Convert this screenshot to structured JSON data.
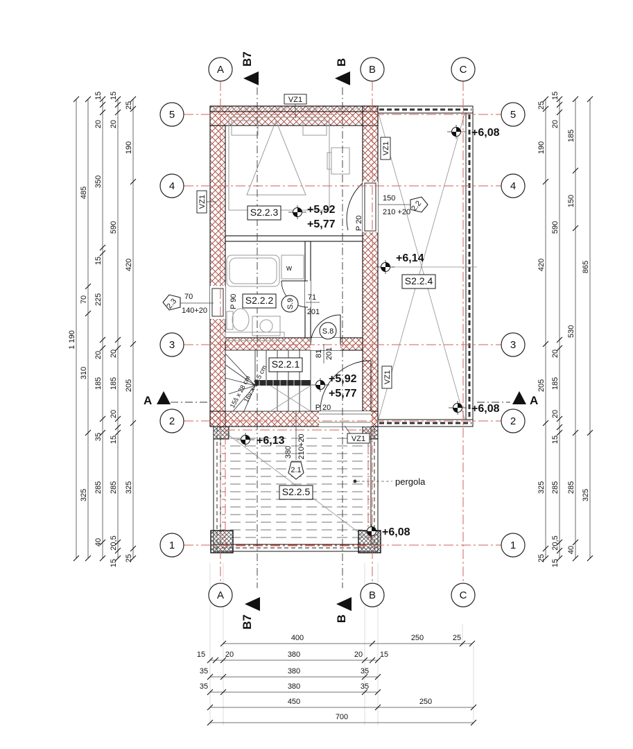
{
  "grid": {
    "letters": [
      "A",
      "B",
      "C"
    ],
    "numbers": [
      "5",
      "4",
      "3",
      "2",
      "1"
    ]
  },
  "sections": {
    "b7": "B7",
    "b": "B",
    "a": "A"
  },
  "wall_tag": "VZ1",
  "rooms": {
    "s221": "S2.2.1",
    "s222": "S2.2.2",
    "s223": "S2.2.3",
    "s224": "S2.2.4",
    "s225": "S2.2.5"
  },
  "levels": {
    "terrace_top": "+6,08",
    "bedroom": [
      "+5,92",
      "+5,77"
    ],
    "terrace_mid": "+6,14",
    "hall": [
      "+5,92",
      "+5,77"
    ],
    "terrace_bottom": "+6,08",
    "pergola_top": "+6,13",
    "pergola_bottom": "+6,08"
  },
  "openings": {
    "w23": {
      "tag": "2.3",
      "width": "70",
      "height": "140+20"
    },
    "w22": {
      "tag": "2.2",
      "width": "150",
      "height": "210 +20"
    },
    "w21": {
      "tag": "2.1",
      "width": "380",
      "height": "210+20"
    },
    "s9": {
      "tag": "S.9",
      "width": "71",
      "height": "201"
    },
    "s8": {
      "tag": "S.8",
      "width": "81",
      "height": "201"
    },
    "p90": {
      "tag": "P 90"
    },
    "p20a": {
      "tag": "P 20"
    },
    "p20b": {
      "tag": "P 20"
    }
  },
  "stairs": {
    "flight_note": "15š x 28 cm",
    "riser_note": "16v x 18,5 cm"
  },
  "annotations": {
    "pergola": "pergola",
    "washer": "w"
  },
  "dimensions": {
    "left": [
      [
        "1 190"
      ],
      [
        "485",
        "70",
        "310",
        "325"
      ],
      [
        "15",
        "20",
        "350",
        "15",
        "225",
        "20",
        "185",
        "35",
        "285",
        "40"
      ],
      [
        "15",
        "20",
        "590",
        "20",
        "185",
        "20",
        "15",
        "285",
        "20,5",
        "15"
      ],
      [
        "25",
        "190",
        "420",
        "205",
        "325",
        "25"
      ]
    ],
    "right": [
      [
        "25",
        "190",
        "420",
        "205",
        "325",
        "25"
      ],
      [
        "15",
        "20",
        "590",
        "20",
        "185",
        "20",
        "15",
        "285",
        "20,5",
        "15"
      ],
      [
        "185",
        "150",
        "530",
        "285",
        "40"
      ],
      [
        "865",
        "325"
      ]
    ],
    "bottom": [
      [
        "400",
        "250",
        "25"
      ],
      [
        "15",
        "20",
        "380",
        "20",
        "15"
      ],
      [
        "35",
        "380",
        "35"
      ],
      [
        "35",
        "380",
        "35"
      ],
      [
        "450",
        "250"
      ],
      [
        "700"
      ]
    ]
  },
  "colors": {
    "grid_red": "#cf6257",
    "hatch_red": "#a04438",
    "line": "#111111"
  }
}
